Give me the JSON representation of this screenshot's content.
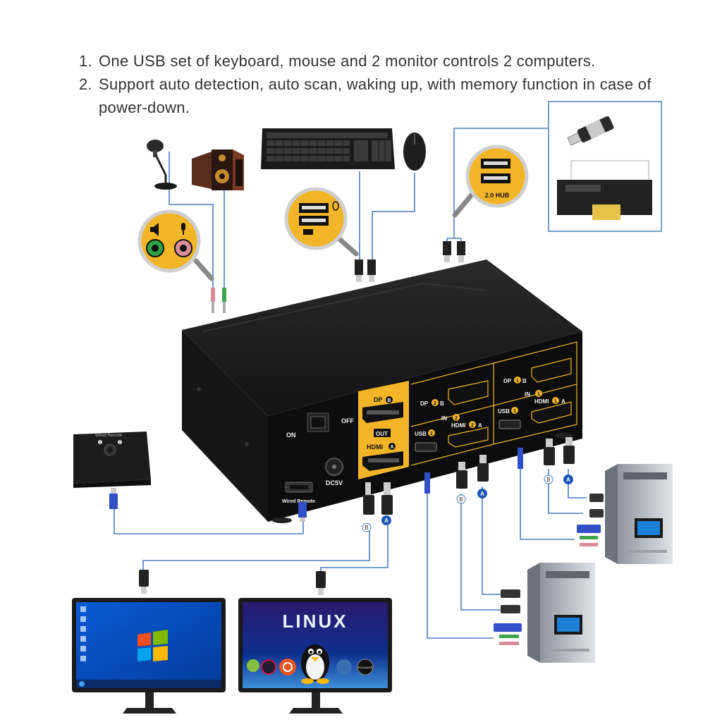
{
  "features": [
    {
      "number": "1.",
      "text": "One USB set of keyboard, mouse and 2 monitor controls 2 computers."
    },
    {
      "number": "2.",
      "text": "Support auto detection, auto scan, waking up,  with memory function in case of power-down."
    }
  ],
  "front_panel": {
    "switch_on": "ON",
    "switch_off": "OFF",
    "power_port": "DC5V",
    "remote_port": "Wired Remote",
    "dp_out": "DP",
    "dp_out_suffix": "B",
    "out_label": "OUT",
    "hdmi_out": "HDMI",
    "hdmi_out_suffix": "A",
    "pc2_dp": "DP",
    "pc2_num": "2",
    "pc2_dp_suffix": "B",
    "pc2_in": "IN",
    "pc2_usb": "USB",
    "pc2_hdmi": "HDMI",
    "pc2_hdmi_suffix": "A",
    "pc1_dp": "DP",
    "pc1_num": "1",
    "pc1_dp_suffix": "B",
    "pc1_in": "IN",
    "pc1_usb": "USB",
    "pc1_hdmi": "HDMI",
    "pc1_hdmi_suffix": "A"
  },
  "hub_label": "2.0 HUB",
  "remote": {
    "title": "Wired Remote",
    "btn1": "1",
    "btn2": "2"
  },
  "cable_markers": {
    "b": "B",
    "a": "A"
  },
  "monitor_right": {
    "title": "LINUX",
    "badge": "PCLinuxOS"
  },
  "colors": {
    "kvm_body": "#111111",
    "gold": "#f3b528",
    "cable": "#4a7fc1",
    "mic_pink": "#d98c9a",
    "audio_green": "#3fa44a",
    "usb_blue": "#3150c8",
    "badge_blue": "#1f56b5"
  }
}
